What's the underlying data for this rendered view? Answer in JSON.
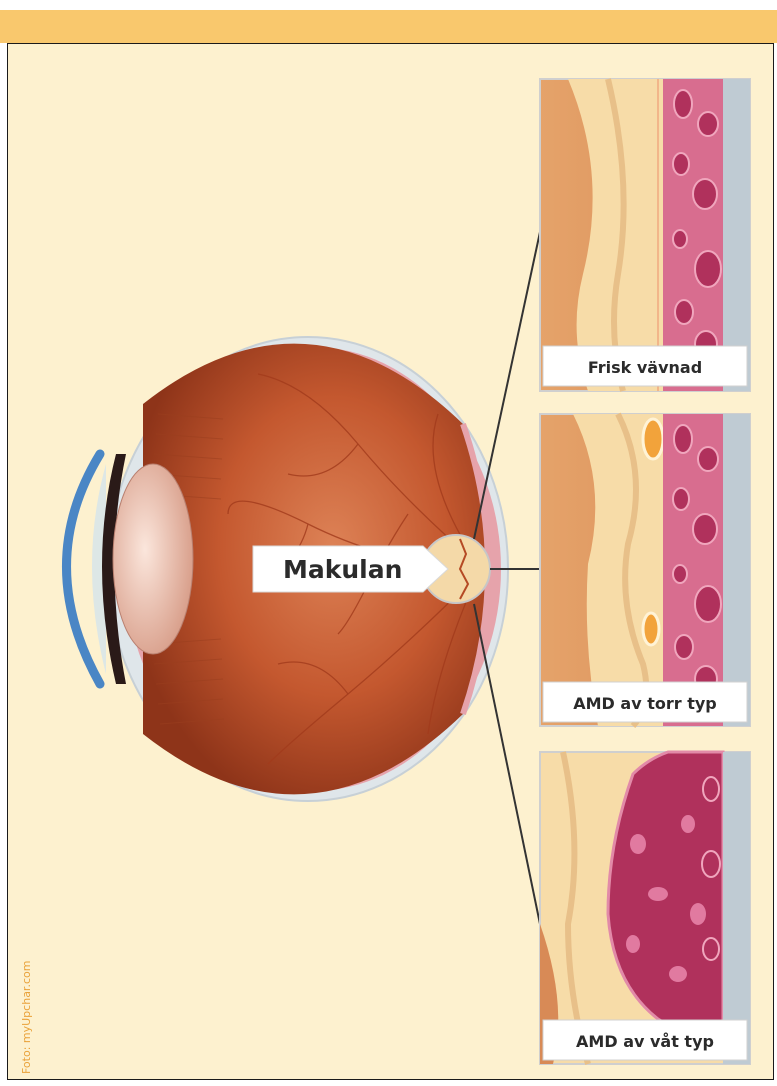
{
  "diagram": {
    "macula_label": "Makulan",
    "insets": [
      {
        "label": "Frisk vävnad"
      },
      {
        "label": "AMD av torr typ"
      },
      {
        "label": "AMD av våt typ"
      }
    ]
  },
  "credit": "Foto: myUpchar.com",
  "colors": {
    "background": "#fdf1cf",
    "header_bar": "#f9c86d",
    "eye_red": "#b6452a",
    "cornea_blue": "#4a86c5",
    "choroid_pink": "#d97a93",
    "label_box": "#ffffff"
  }
}
